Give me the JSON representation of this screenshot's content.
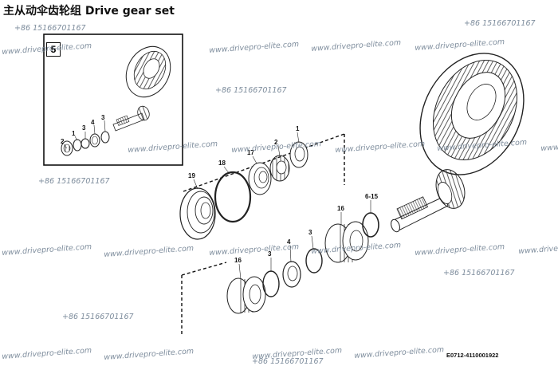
{
  "title": "主从动伞齿轮组  Drive gear set",
  "inset_number": "5",
  "diagram_code": "E0712-4110001922",
  "watermarks": {
    "website": "www.drivepro-elite.com",
    "phone": "+86 15166701167"
  },
  "callouts": {
    "inset": {
      "c2": "2",
      "c1": "1",
      "c3a": "3",
      "c4": "4",
      "c3b": "3"
    },
    "c1": "1",
    "c2": "2",
    "c17": "17",
    "c18": "18",
    "c19": "19",
    "c16_right": "16",
    "c6_15": "6-15",
    "c3_mid": "3",
    "c4_mid": "4",
    "c16_left": "16",
    "c3_low": "3"
  }
}
